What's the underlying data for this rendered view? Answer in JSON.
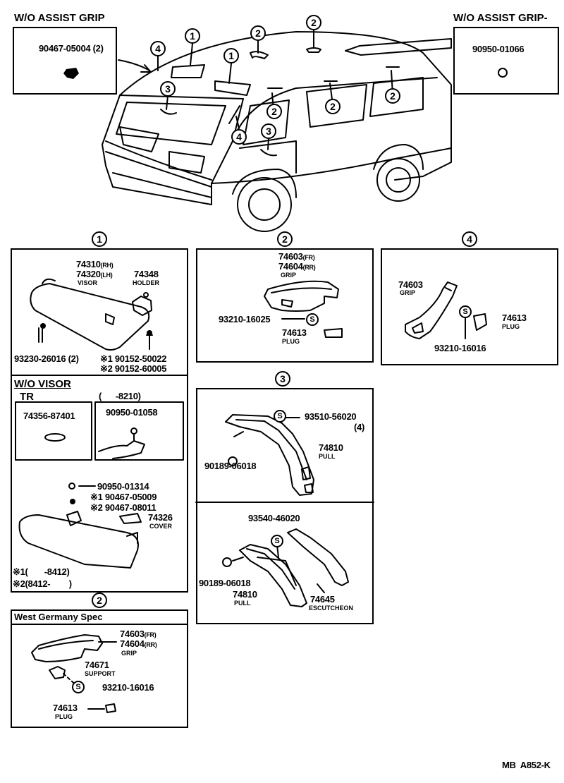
{
  "corner_left": {
    "title": "W/O ASSIST GRIP",
    "part": "90467-05004 (2)"
  },
  "corner_right": {
    "title": "W/O ASSIST GRIP-",
    "part": "90950-01066"
  },
  "callouts": {
    "c1": "1",
    "c2": "2",
    "c3": "3",
    "c4": "4"
  },
  "sec1": {
    "visor_rh": "74310",
    "visor_rh_tag": "(RH)",
    "visor_lh": "74320",
    "visor_lh_tag": "(LH)",
    "visor_label": "VISOR",
    "holder": "74348",
    "holder_label": "HOLDER",
    "screw": "93230-26016 (2)",
    "alt1": "※1 90152-50022",
    "alt2": "※2 90152-60005"
  },
  "wo_visor": {
    "title": "W/O VISOR",
    "tr": "TR",
    "range": "(      -8210)",
    "left_part": "74356-87401",
    "right_part": "90950-01058",
    "p1": "90950-01314",
    "p2": "※1 90467-05009",
    "p3": "※2 90467-08011",
    "cover": "74326",
    "cover_label": "COVER",
    "note1": "※1(       -8412)",
    "note2": "※2(8412-        )"
  },
  "sec2": {
    "grip_fr": "74603",
    "grip_fr_tag": "(FR)",
    "grip_rr": "74604",
    "grip_rr_tag": "(RR)",
    "grip_label": "GRIP",
    "screw": "93210-16025",
    "screw_sym": "S",
    "plug": "74613",
    "plug_label": "PLUG"
  },
  "sec4": {
    "grip": "74603",
    "grip_label": "GRIP",
    "plug": "74613",
    "plug_label": "PLUG",
    "screw": "93210-16016",
    "screw_sym": "S"
  },
  "sec3a": {
    "screw": "93510-56020",
    "screw_qty": "(4)",
    "screw_sym": "S",
    "pull": "74810",
    "pull_label": "PULL",
    "clip": "90189-06018"
  },
  "sec3b": {
    "screw": "93540-46020",
    "screw_sym": "S",
    "clip": "90189-06018",
    "pull": "74810",
    "pull_label": "PULL",
    "esc": "74645",
    "esc_label": "ESCUTCHEON"
  },
  "wg": {
    "title": "West Germany Spec",
    "grip_fr": "74603",
    "grip_fr_tag": "(FR)",
    "grip_rr": "74604",
    "grip_rr_tag": "(RR)",
    "grip_label": "GRIP",
    "support": "74671",
    "support_label": "SUPPORT",
    "screw": "93210-16016",
    "screw_sym": "S",
    "plug": "74613",
    "plug_label": "PLUG"
  },
  "footer": {
    "code": "MB  A852-K"
  }
}
